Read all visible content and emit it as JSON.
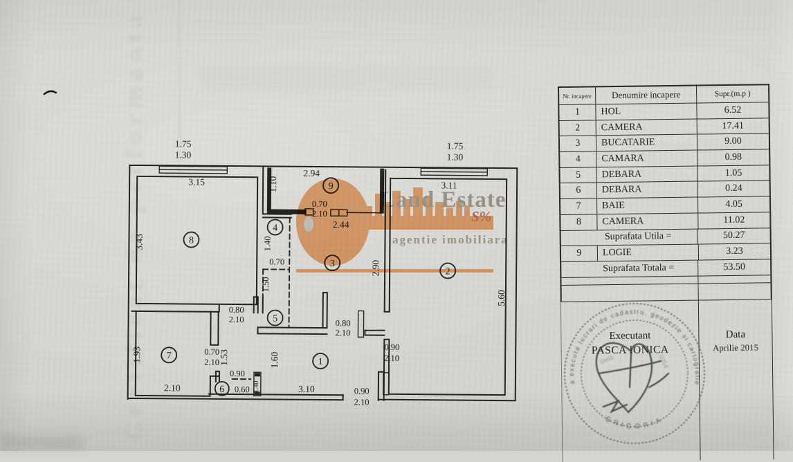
{
  "margin": {
    "bleedthrough": "Certificat de performanta"
  },
  "floorplan": {
    "rooms": [
      "1",
      "2",
      "3",
      "4",
      "5",
      "6",
      "7",
      "8",
      "9"
    ],
    "dims": [
      "1.75",
      "1.30",
      "3.15",
      "3.43",
      "1.10",
      "2.94",
      "0.70",
      "2.10",
      "2.44",
      "1.75",
      "1.30",
      "3.11",
      "2.90",
      "5.60",
      "1.40",
      "0.70",
      "1.50",
      "0.80",
      "2.10",
      "0.80",
      "2.10",
      "1.93",
      "0.70",
      "2.10",
      "1.53",
      "2.10",
      "0.90",
      "0.60",
      "1.40",
      "1.60",
      "3.10",
      "0.90",
      "2.10",
      "0.90",
      "2.10"
    ]
  },
  "watermark": {
    "title": "Land Estate",
    "subtitle": "agentie imobiliara",
    "monogram": "S%",
    "orange": "#ef9d5c"
  },
  "table": {
    "headers": {
      "nr": "Nr. incapere",
      "name": "Denumire incapere",
      "area": "Supr.(m.p )"
    },
    "rows": [
      {
        "nr": "1",
        "name": "HOL",
        "area": "6.52"
      },
      {
        "nr": "2",
        "name": "CAMERA",
        "area": "17.41"
      },
      {
        "nr": "3",
        "name": "BUCATARIE",
        "area": "9.00"
      },
      {
        "nr": "4",
        "name": "CAMARA",
        "area": "0.98"
      },
      {
        "nr": "5",
        "name": "DEBARA",
        "area": "1.05"
      },
      {
        "nr": "6",
        "name": "DEBARA",
        "area": "0.24"
      },
      {
        "nr": "7",
        "name": "BAIE",
        "area": "4.05"
      },
      {
        "nr": "8",
        "name": "CAMERA",
        "area": "11.02"
      }
    ],
    "utila_label": "Suprafata Utila =",
    "utila_value": "50.27",
    "logie_row": {
      "nr": "9",
      "name": "LOGIE",
      "area": "3.23"
    },
    "totala_label": "Suprafata Totala =",
    "totala_value": "53.50"
  },
  "panel": {
    "executant_label": "Executant",
    "executant_name": "PASCA IONICA",
    "date_label": "Data",
    "date_value": "Aprilie 2015"
  },
  "stamp": {
    "ring_top": "a executa lucrari de cadastru, geodezie si cartografie",
    "ring_bottom": "GRIGORIA",
    "fragment_a": "Seria",
    "fragment_b": "0354"
  }
}
